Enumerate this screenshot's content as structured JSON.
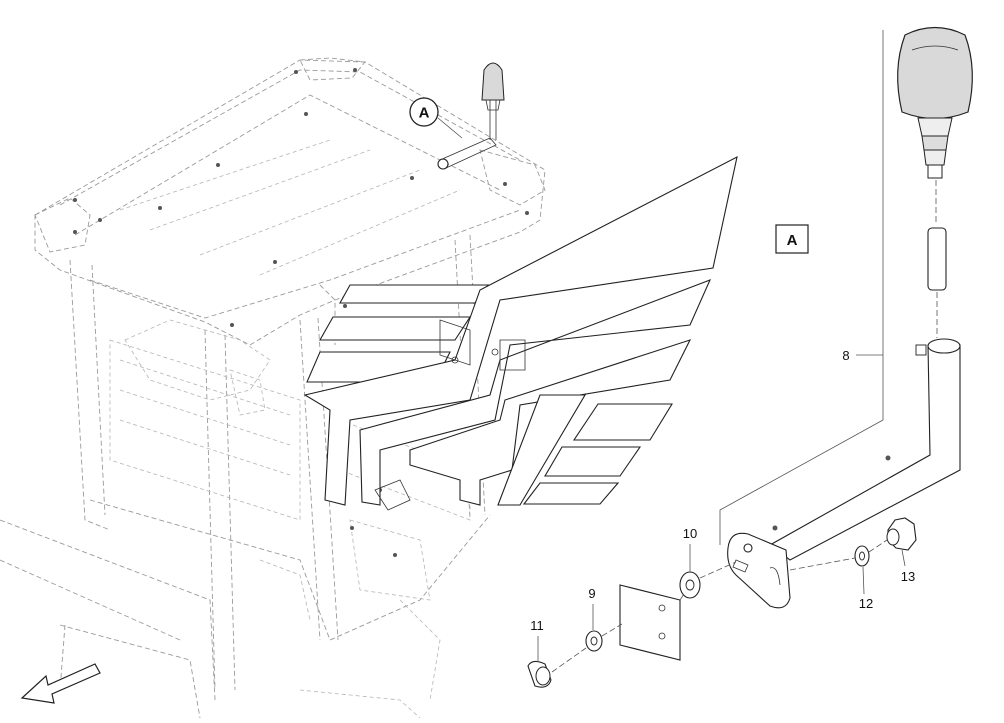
{
  "diagram": {
    "detail_letter": "A",
    "detail_tag": "A",
    "parts": [
      {
        "id": "p8",
        "number": "8"
      },
      {
        "id": "p9",
        "number": "9"
      },
      {
        "id": "p10",
        "number": "10"
      },
      {
        "id": "p11",
        "number": "11"
      },
      {
        "id": "p12",
        "number": "12"
      },
      {
        "id": "p13",
        "number": "13"
      }
    ]
  },
  "colors": {
    "line": "#222222",
    "hidden_line": "#9a9a9a",
    "beacon_fill": "#d9d9d9",
    "background": "#ffffff"
  }
}
